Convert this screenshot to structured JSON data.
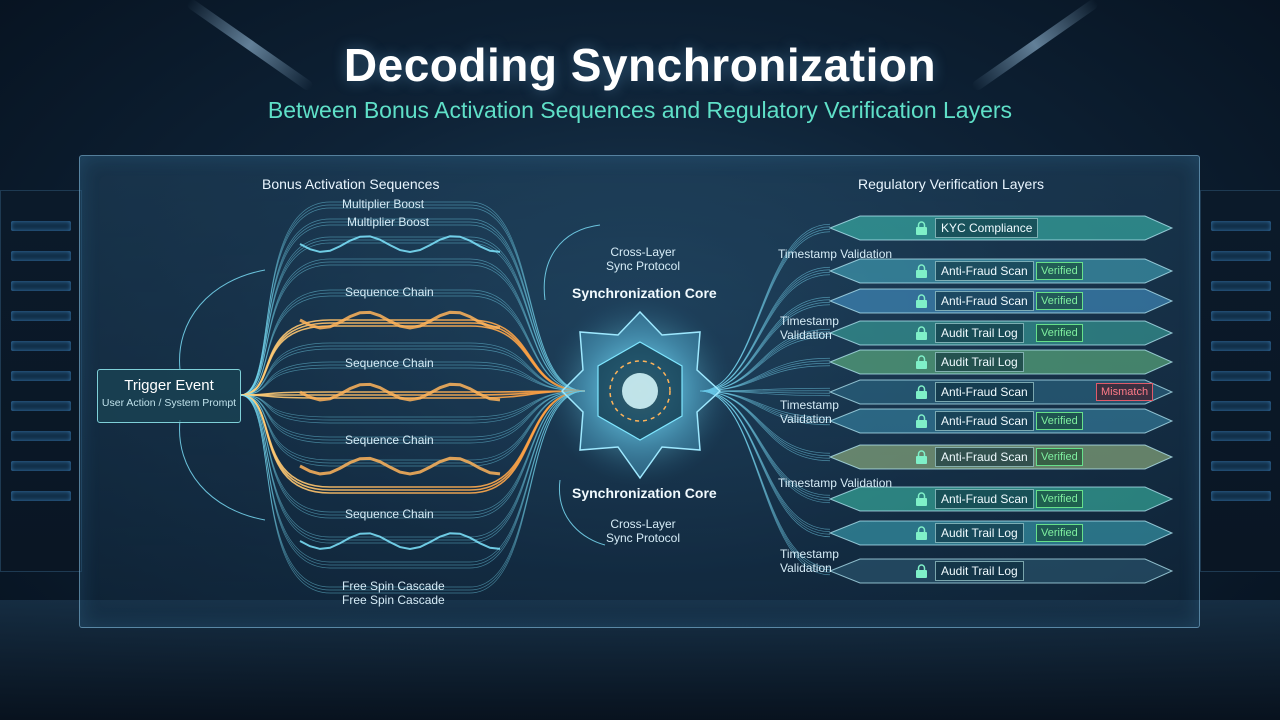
{
  "title": "Decoding Synchronization",
  "subtitle": "Between Bonus Activation Sequences and Regulatory Verification Layers",
  "left": {
    "header": "Bonus Activation Sequences",
    "trigger_title": "Trigger Event",
    "trigger_sub": "User Action / System Prompt",
    "multiplier_1": "Multiplier Boost",
    "multiplier_2": "Multiplier Boost",
    "chain_1": "Sequence Chain",
    "chain_2": "Sequence Chain",
    "chain_3": "Sequence Chain",
    "chain_4": "Sequence Chain",
    "cascade_1": "Free Spin Cascade",
    "cascade_2": "Free Spin Cascade"
  },
  "center": {
    "protocol_top_1": "Cross-Layer",
    "protocol_top_2": "Sync Protocol",
    "core_top": "Synchronization Core",
    "core_bottom": "Synchronization Core",
    "protocol_bottom_1": "Cross-Layer",
    "protocol_bottom_2": "Sync Protocol"
  },
  "right": {
    "header": "Regulatory Verification Layers",
    "timestamp_1": "Timestamp Validation",
    "timestamp_2a": "Timestamp",
    "timestamp_2b": "Validation",
    "timestamp_3a": "Timestamp",
    "timestamp_3b": "Validation",
    "timestamp_4": "Timestamp Validation",
    "timestamp_5a": "Timestamp",
    "timestamp_5b": "Validation",
    "layers": [
      {
        "label": "KYC Compliance",
        "status": ""
      },
      {
        "label": "Anti-Fraud Scan",
        "status": "Verified"
      },
      {
        "label": "Anti-Fraud Scan",
        "status": "Verified"
      },
      {
        "label": "Audit Trail Log",
        "status": "Verified"
      },
      {
        "label": "Audit Trail Log",
        "status": ""
      },
      {
        "label": "Anti-Fraud Scan",
        "status": "Mismatch"
      },
      {
        "label": "Anti-Fraud Scan",
        "status": "Verified"
      },
      {
        "label": "Anti-Fraud Scan",
        "status": "Verified"
      },
      {
        "label": "Anti-Fraud Scan",
        "status": "Verified"
      },
      {
        "label": "Audit Trail Log",
        "status": "Verified"
      },
      {
        "label": "Audit Trail Log",
        "status": ""
      }
    ]
  },
  "colors": {
    "accent_teal": "#5fe0c8",
    "flow_orange": "#ffb45a",
    "flow_cyan": "#7fe6ff",
    "verified_green": "#7ff0a0",
    "mismatch_red": "#ff7a88"
  }
}
